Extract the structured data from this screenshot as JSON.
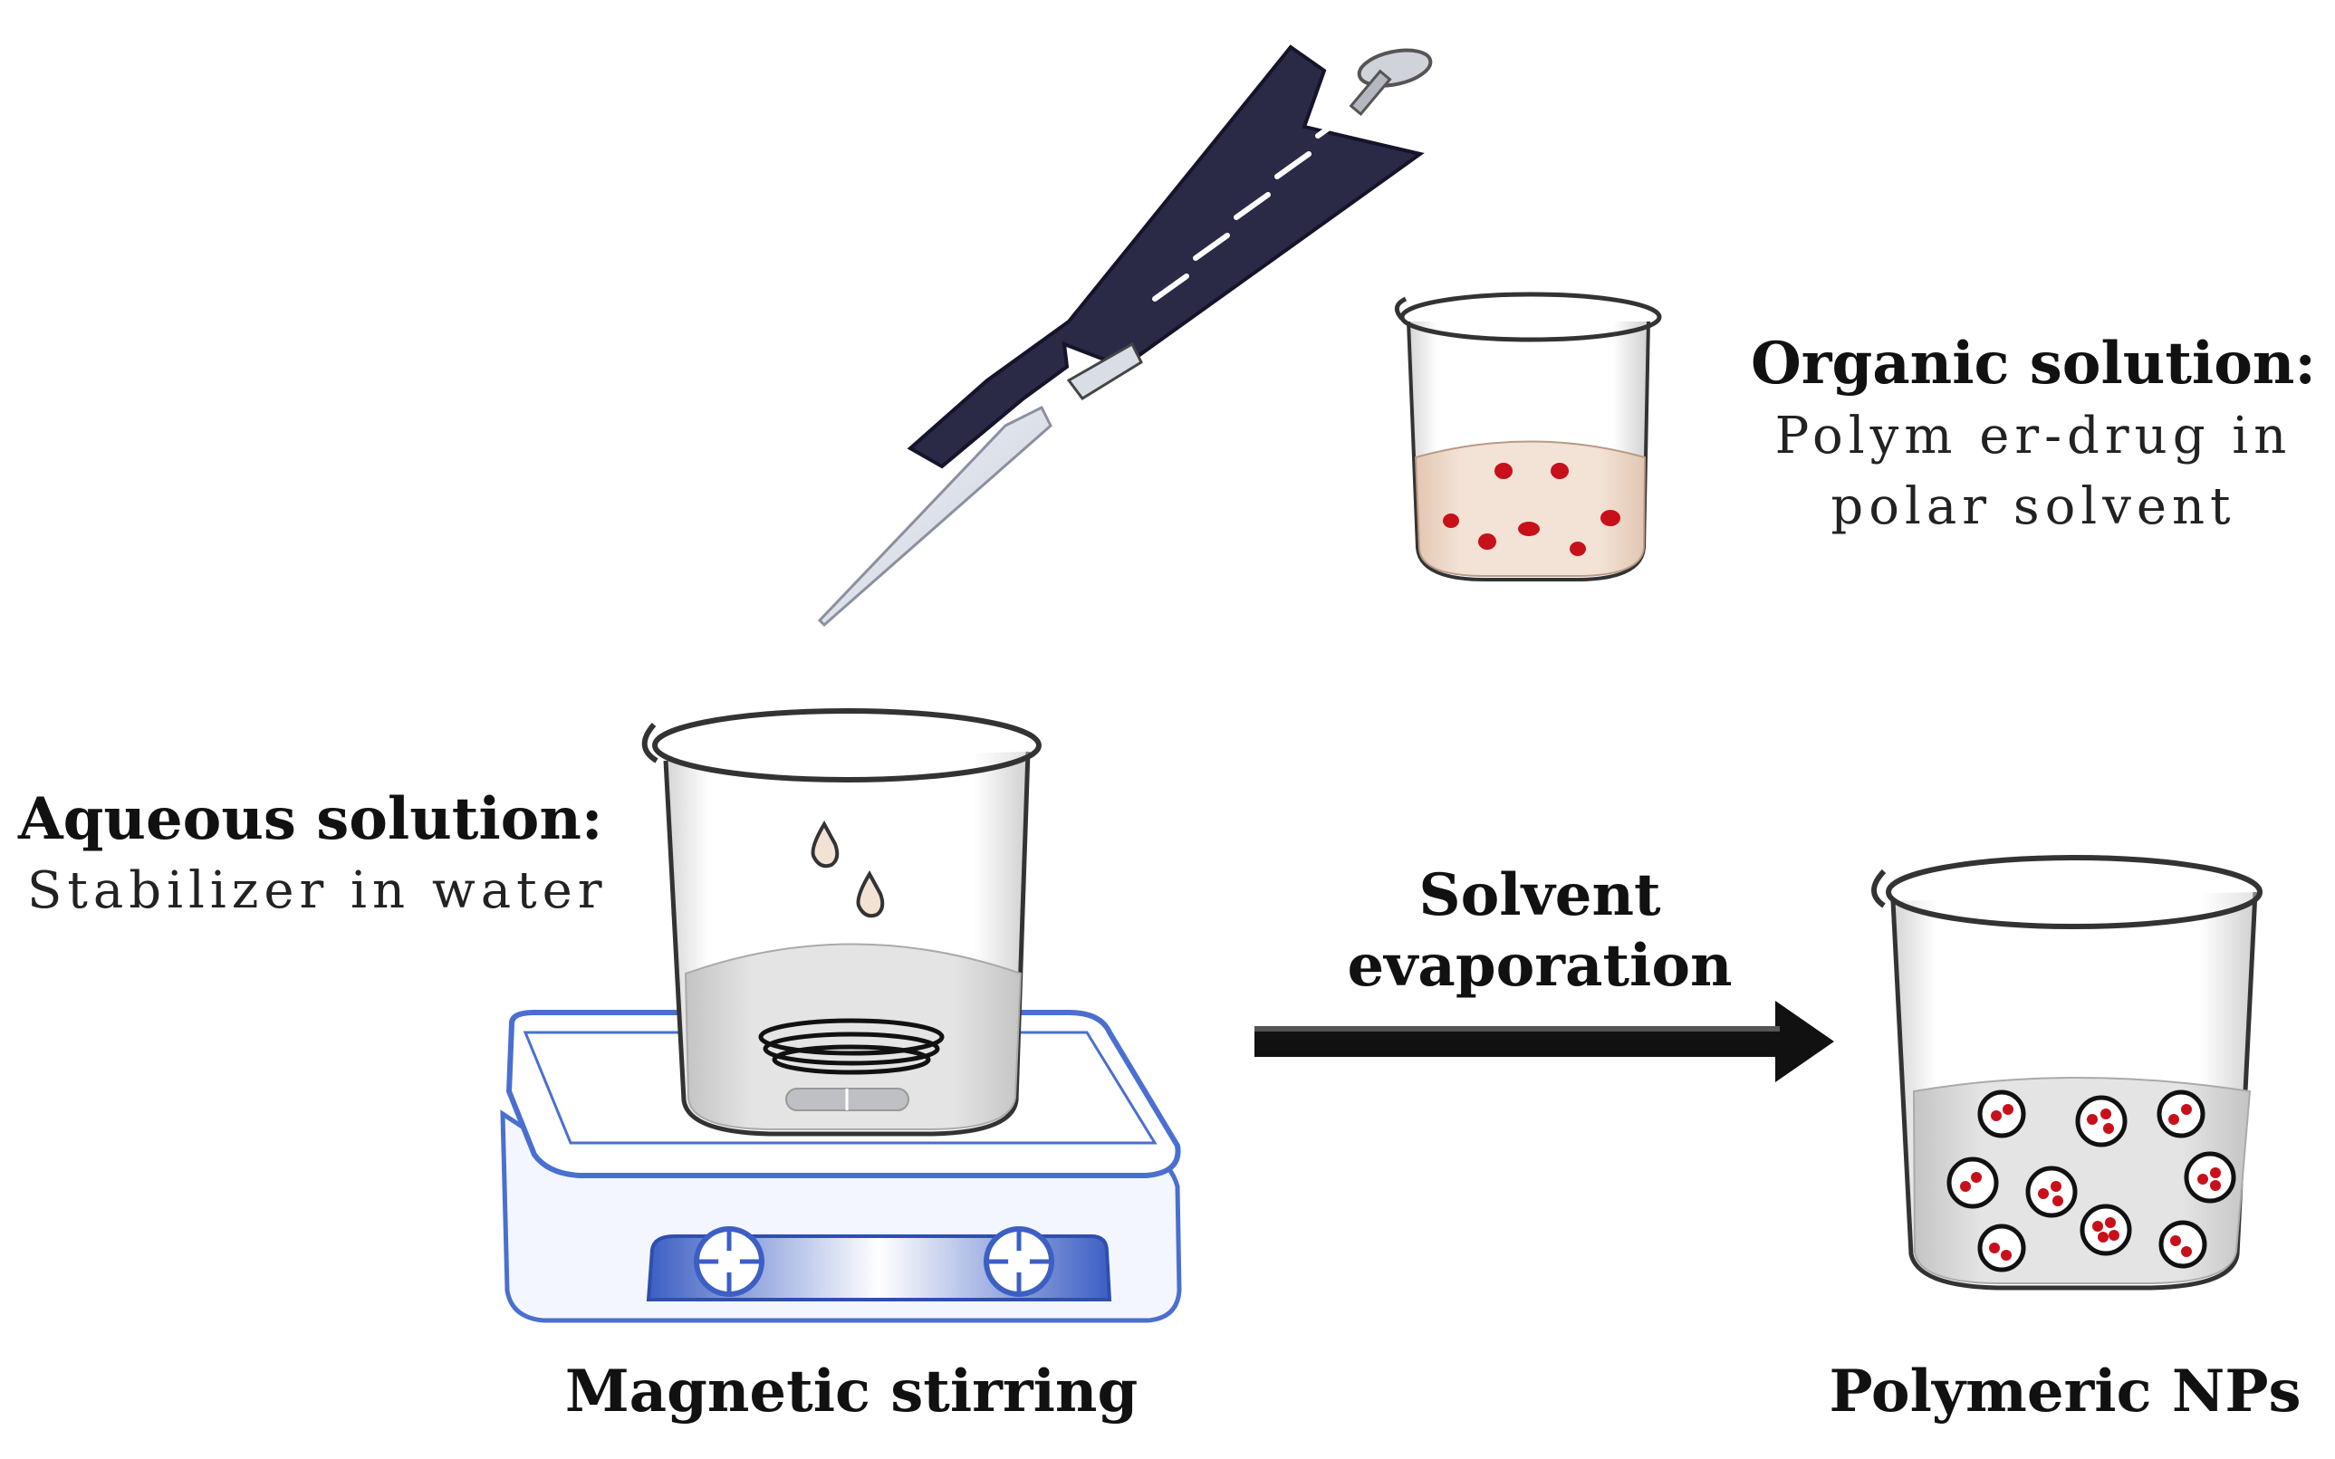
{
  "organic": {
    "heading": "Organic solution:",
    "line1": "Polym er-drug in",
    "line2": "polar solvent"
  },
  "aqueous": {
    "heading": "Aqueous solution:",
    "line1": "Stabilizer in water"
  },
  "arrow": {
    "line1": "Solvent",
    "line2": "evaporation"
  },
  "captions": {
    "stirring": "Magnetic stirring",
    "nps": "Polymeric NPs"
  },
  "colors": {
    "pipette": "#2a2946",
    "drug": "#c8101a",
    "organic_liquid": "#f0ddd0",
    "water": "#dcdcdc",
    "stirrer": "#4a6fd0",
    "arrow": "#111111"
  }
}
